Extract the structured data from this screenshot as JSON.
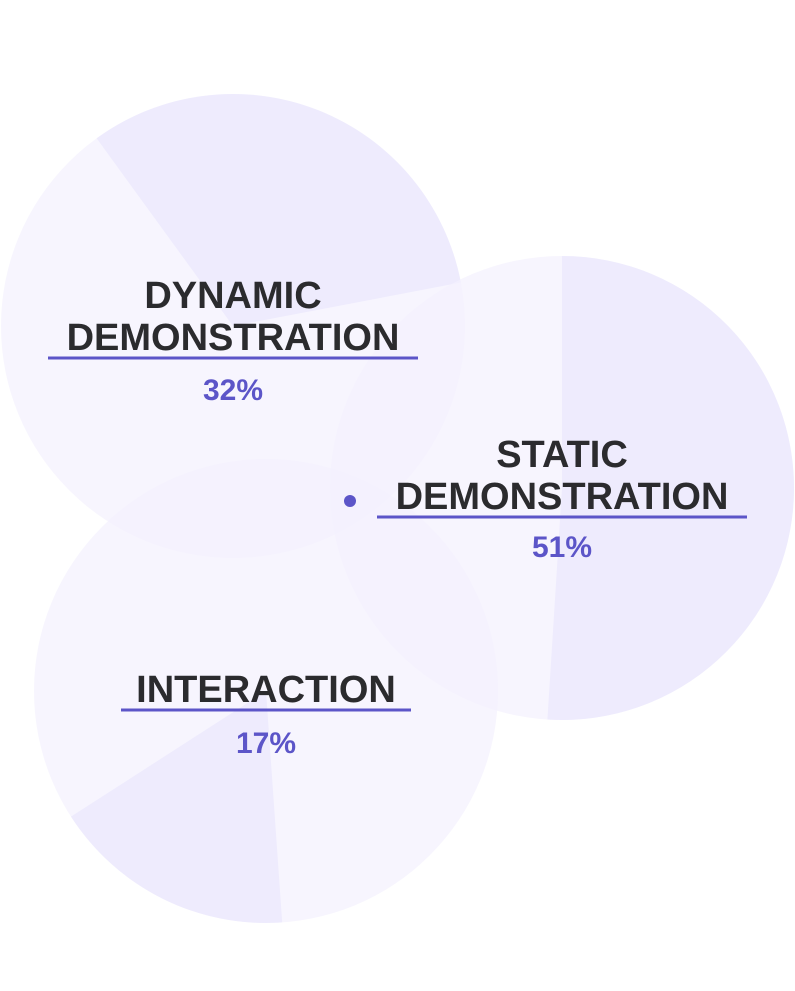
{
  "chart_data": {
    "type": "pie",
    "categories": [
      "DYNAMIC DEMONSTRATION",
      "STATIC DEMONSTRATION",
      "INTERACTION"
    ],
    "values": [
      32,
      51,
      17
    ],
    "items": [
      {
        "label_lines": [
          "DYNAMIC",
          "DEMONSTRATION"
        ],
        "value": 32,
        "value_label": "32%"
      },
      {
        "label_lines": [
          "STATIC",
          "DEMONSTRATION"
        ],
        "value": 51,
        "value_label": "51%"
      },
      {
        "label_lines": [
          "INTERACTION"
        ],
        "value": 17,
        "value_label": "17%"
      }
    ],
    "colors": {
      "circle_fill": "#f3f1fd",
      "share_fill": "#e8e5fb",
      "accent": "#5c55c8",
      "text": "#2b2b2e"
    }
  }
}
